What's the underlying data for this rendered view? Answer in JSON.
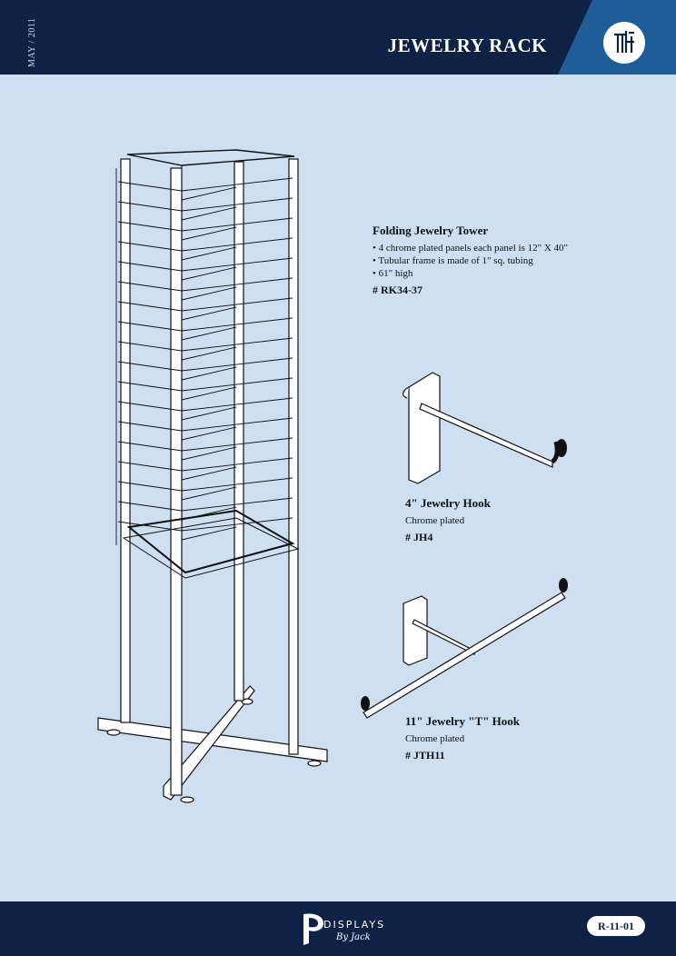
{
  "header": {
    "date": "MAY / 2011",
    "title": "JEWELRY RACK",
    "logo_icon": "th-monogram-icon"
  },
  "products": [
    {
      "title": "Folding Jewelry Tower",
      "lines": [
        "• 4 chrome plated panels each panel is 12\" X 40\"",
        "• Tubular frame is made of 1\" sq. tubing",
        "• 61\" high"
      ],
      "code": "# RK34-37"
    },
    {
      "title": "4\" Jewelry Hook",
      "lines": [
        "Chrome plated"
      ],
      "code": "# JH4"
    },
    {
      "title": "11\" Jewelry \"T\" Hook",
      "lines": [
        "Chrome plated"
      ],
      "code": "# JTH11"
    }
  ],
  "footer": {
    "brand_name": "DISPLAYS",
    "brand_sub": "By Jack",
    "brand_icon": "p-logo-icon",
    "page_code": "R-11-01"
  },
  "colors": {
    "header_bg": "#0e2246",
    "accent_blue": "#1f5d99",
    "page_bg": "#cddff1"
  }
}
